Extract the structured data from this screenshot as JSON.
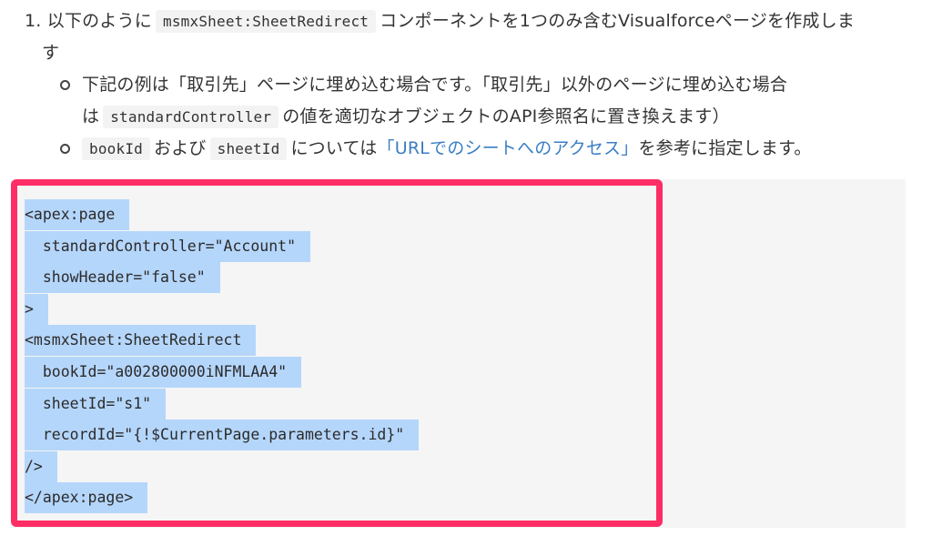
{
  "step": {
    "number": "1.",
    "text_before": "以下のように",
    "code": "msmxSheet:SheetRedirect",
    "text_after": "コンポーネントを1つのみ含むVisualforceページを作成しま",
    "text_wrap": "す"
  },
  "bullets": [
    {
      "line1": "下記の例は「取引先」ページに埋め込む場合です。「取引先」以外のページに埋め込む場合",
      "line2_before": "は",
      "line2_code": "standardController",
      "line2_after": "の値を適切なオブジェクトのAPI参照名に置き換えます）"
    },
    {
      "code1": "bookId",
      "mid": "および",
      "code2": "sheetId",
      "text_before_link": "については",
      "link": "「URLでのシートへのアクセス」",
      "text_after_link": "を参考に指定します。"
    }
  ],
  "code_block": {
    "lines": [
      "<apex:page",
      "  standardController=\"Account\"",
      "  showHeader=\"false\"",
      ">",
      "<msmxSheet:SheetRedirect",
      "  bookId=\"a002800000iNFMLAA4\"",
      "  sheetId=\"s1\"",
      "  recordId=\"{!$CurrentPage.parameters.id}\"",
      "/>",
      "</apex:page>"
    ]
  },
  "colors": {
    "highlight_border": "#fe2d66",
    "selection": "#b5d6fb",
    "link": "#3b7ec4",
    "code_background": "#f5f5f5"
  }
}
